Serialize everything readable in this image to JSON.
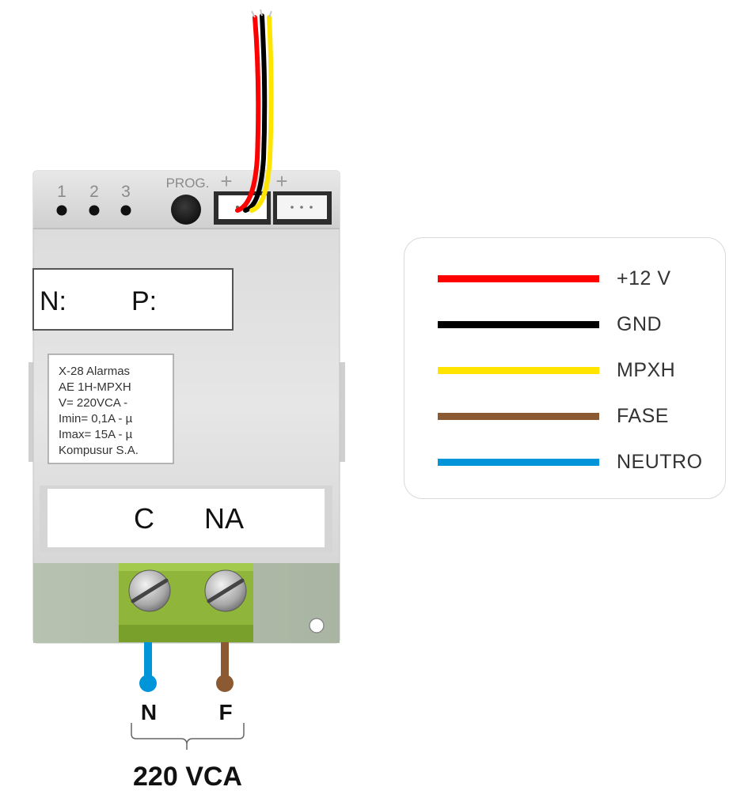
{
  "device": {
    "indicators": [
      "1",
      "2",
      "3"
    ],
    "prog_label": "PROG.",
    "plus_label": "+",
    "window_n": "N:",
    "window_p": "P:",
    "info_lines": [
      "X-28 Alarmas",
      "AE 1H-MPXH",
      "V= 220VCA  -",
      "Imin= 0,1A - µ",
      "Imax= 15A - µ",
      "Kompusur S.A."
    ],
    "contact_c": "C",
    "contact_na": "NA"
  },
  "terminals": {
    "neutral_label": "N",
    "phase_label": "F",
    "supply_label": "220 VCA"
  },
  "legend": {
    "items": [
      {
        "label": "+12 V",
        "color": "#ff0000"
      },
      {
        "label": "GND",
        "color": "#000000"
      },
      {
        "label": "MPXH",
        "color": "#ffe400"
      },
      {
        "label": "FASE",
        "color": "#8b5a33"
      },
      {
        "label": "NEUTRO",
        "color": "#0095d9"
      }
    ]
  },
  "colors": {
    "red_wire": "#ff0000",
    "black_wire": "#000000",
    "yellow_wire": "#ffe400",
    "brown_wire": "#8b5a33",
    "blue_wire": "#0095d9",
    "terminal_block": "#8fb63a"
  }
}
